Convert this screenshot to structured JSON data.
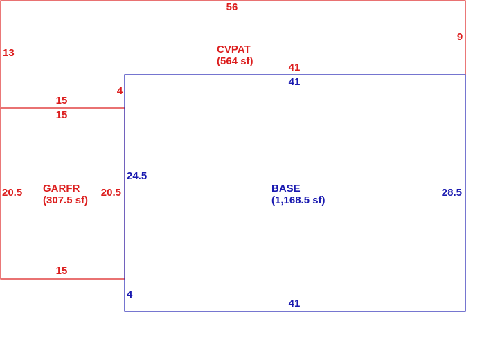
{
  "colors": {
    "addition": "#dc1e1e",
    "base": "#1a1ab0"
  },
  "areas": {
    "cvpat": {
      "code": "CVPAT",
      "area": "(564 sf)"
    },
    "garfr": {
      "code": "GARFR",
      "area": "(307.5 sf)"
    },
    "base": {
      "code": "BASE",
      "area": "(1,168.5 sf)"
    }
  },
  "dimensions": {
    "cvpat_top": "56",
    "cvpat_right": "9",
    "cvpat_left": "13",
    "cvpat_bottom_right": "41",
    "cvpat_step": "4",
    "cvpat_bottom_left": "15",
    "garfr_top": "15",
    "garfr_left": "20.5",
    "garfr_right": "20.5",
    "garfr_bottom": "15",
    "base_top": "41",
    "base_left_upper": "24.5",
    "base_left_lower": "4",
    "base_right": "28.5",
    "base_bottom": "41"
  }
}
